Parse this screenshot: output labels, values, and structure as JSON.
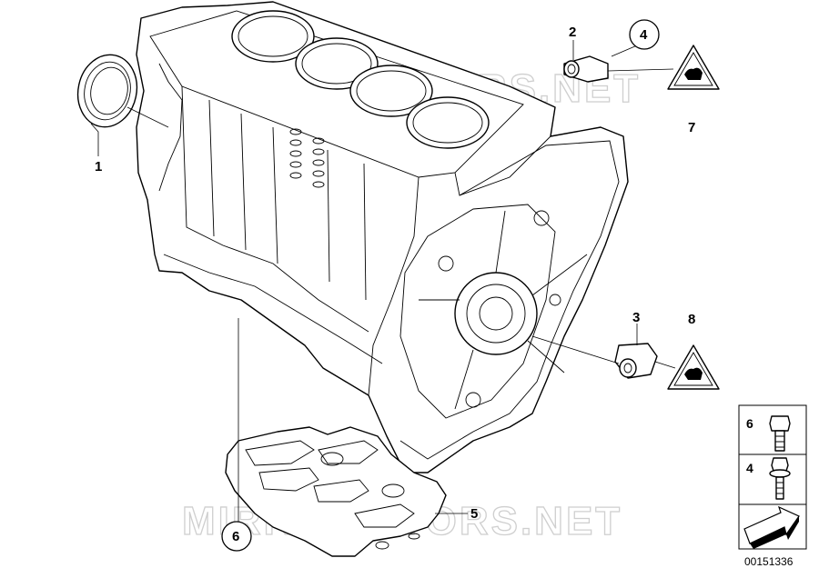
{
  "watermark": {
    "top": "MIRROMOTORS.NET",
    "bottom": "MIRROMOTORS.NET"
  },
  "callouts": [
    {
      "id": "1",
      "label": "1",
      "circled": false
    },
    {
      "id": "2",
      "label": "2",
      "circled": false
    },
    {
      "id": "3",
      "label": "3",
      "circled": false
    },
    {
      "id": "4",
      "label": "4",
      "circled": true
    },
    {
      "id": "5",
      "label": "5",
      "circled": false
    },
    {
      "id": "6",
      "label": "6",
      "circled": true
    },
    {
      "id": "7",
      "label": "7",
      "circled": false
    },
    {
      "id": "8",
      "label": "8",
      "circled": false
    }
  ],
  "fastener_box": {
    "rows": [
      {
        "label": "6",
        "icon": "hex-bolt-icon"
      },
      {
        "label": "4",
        "icon": "flange-bolt-icon"
      }
    ],
    "arrow_icon": "direction-arrow-icon"
  },
  "diagram_ref": "00151336",
  "colors": {
    "line": "#000000",
    "watermark": "#cfcfcf",
    "background": "#ffffff"
  }
}
